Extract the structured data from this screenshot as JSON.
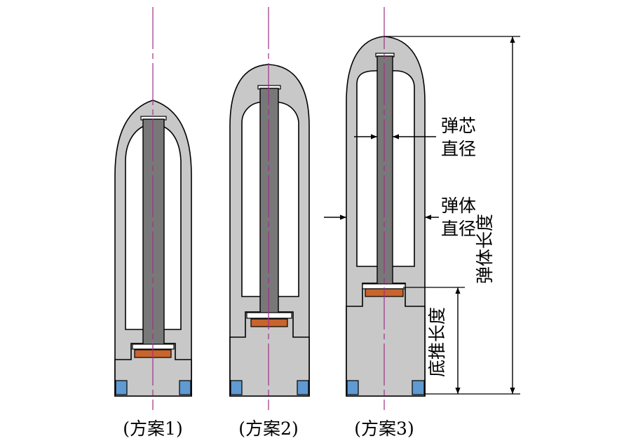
{
  "colors": {
    "body": "#c8c8c8",
    "core": "#787878",
    "copper": "#c8642d",
    "band": "#5f9ad2",
    "axis": "#a0308a",
    "outline": "#000000"
  },
  "designs": [
    {
      "caption": "(方案1)"
    },
    {
      "caption": "(方案2)"
    },
    {
      "caption": "(方案3)"
    }
  ],
  "annotations": {
    "core_diameter": [
      "弹芯",
      "直径"
    ],
    "body_diameter": [
      "弹体",
      "直径"
    ],
    "body_length": "弹体长度",
    "base_push_length": "底推长度"
  }
}
